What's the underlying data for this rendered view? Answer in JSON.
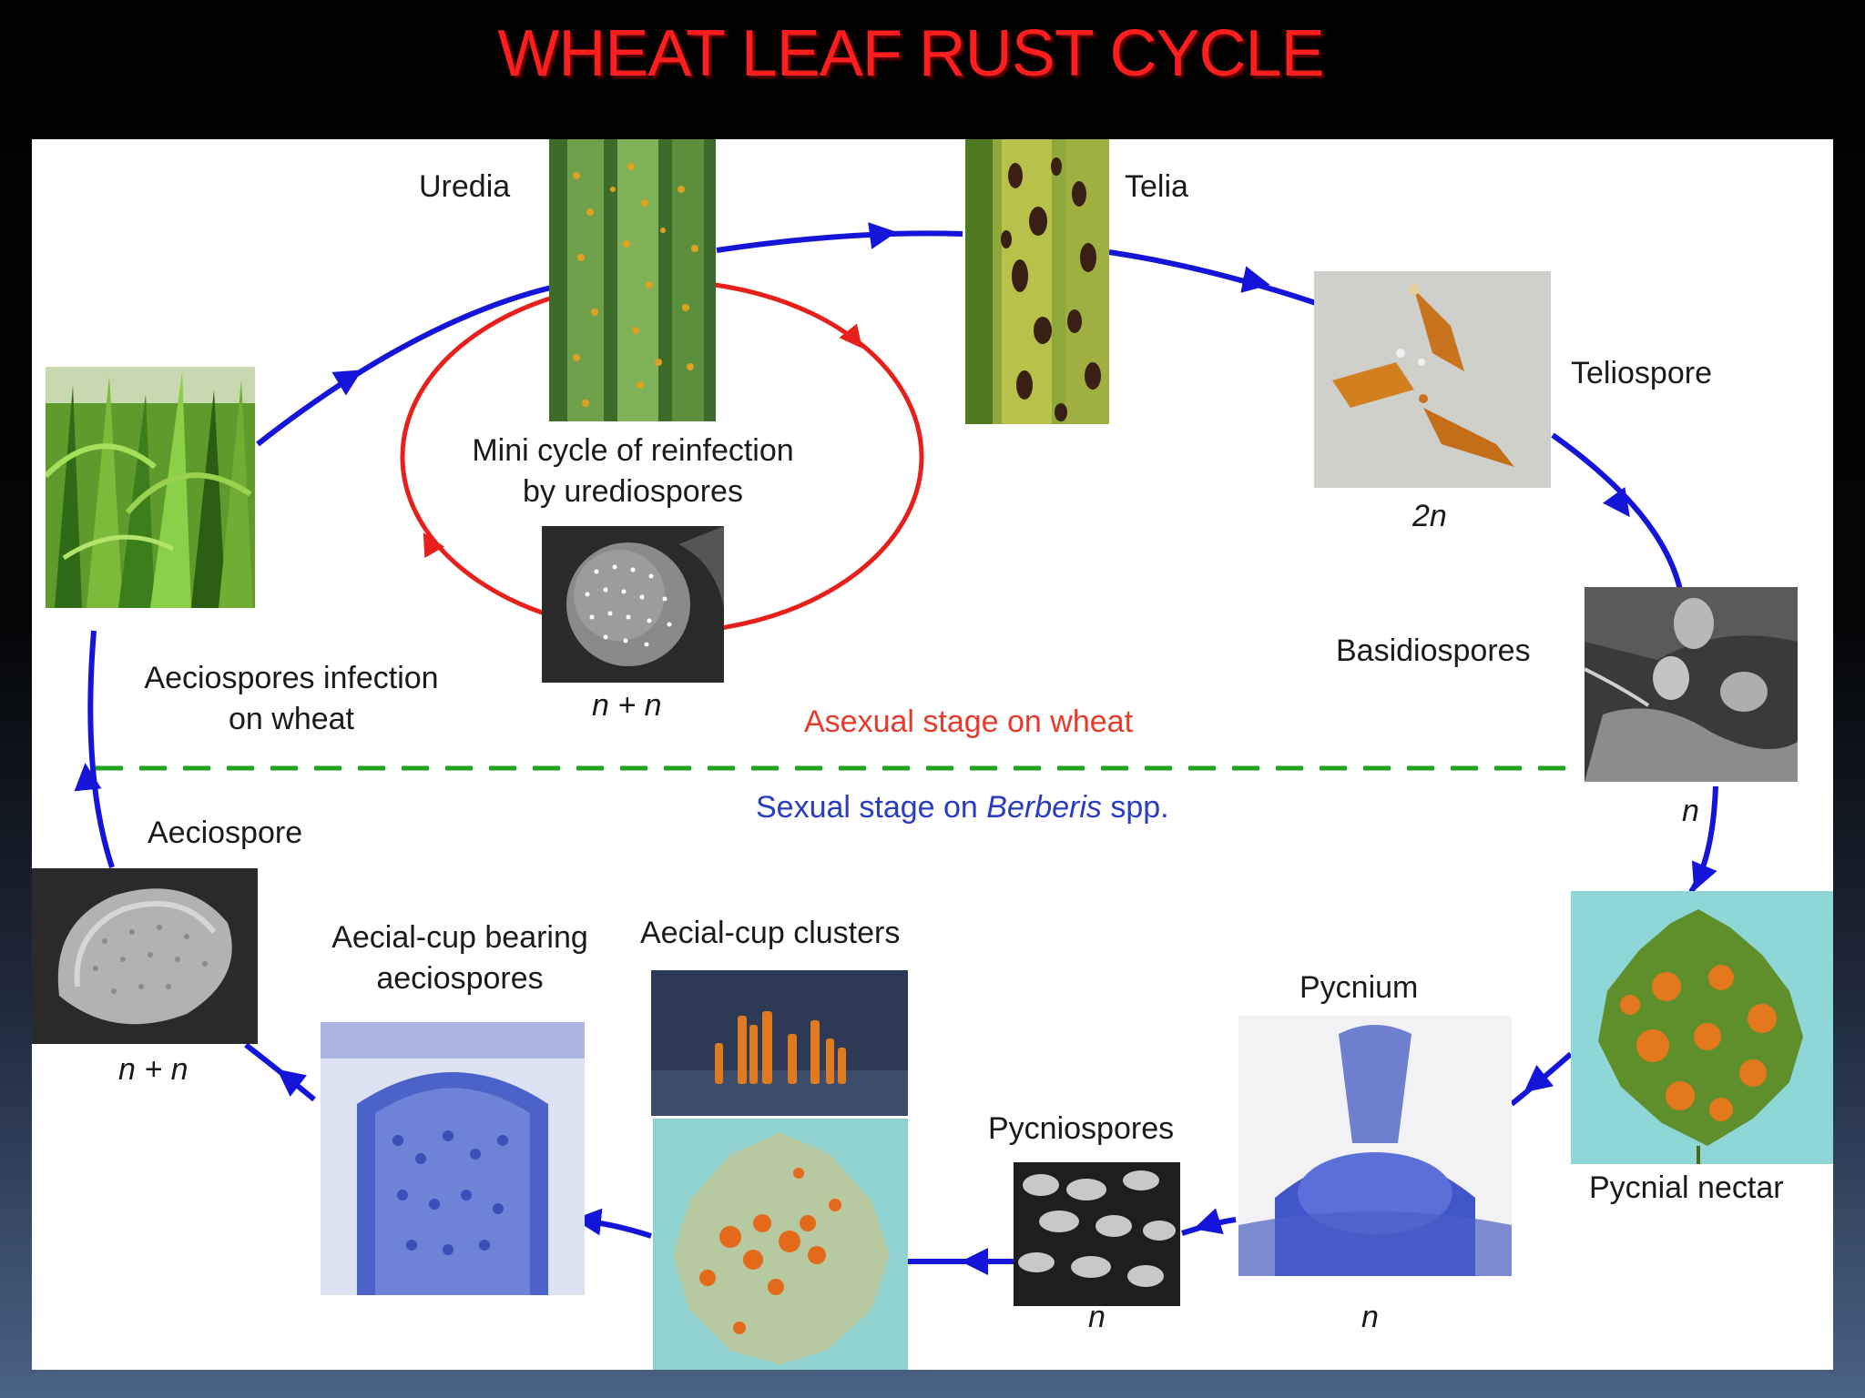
{
  "title": "WHEAT LEAF RUST CYCLE",
  "colors": {
    "title": "#ff1e1e",
    "cycle_arrow": "#1515d9",
    "mini_cycle_arrow": "#e8201c",
    "stage_divider": "#1fa31f",
    "asexual_text": "#e83a2a",
    "sexual_text": "#2a3cc0"
  },
  "labels": {
    "uredia": "Uredia",
    "telia": "Telia",
    "teliospore": "Teliospore",
    "teliospore_ploidy": "2n",
    "mini_cycle_line1": "Mini cycle of reinfection",
    "mini_cycle_line2": "by urediospores",
    "urediospore_ploidy": "n + n",
    "aeciospores_infection_line1": "Aeciospores infection",
    "aeciospores_infection_line2": "on  wheat",
    "basidiospores": "Basidiospores",
    "basidiospores_ploidy": "n",
    "aeciospore": "Aeciospore",
    "aeciospore_ploidy": "n + n",
    "aecial_cup_bearing_line1": "Aecial-cup bearing",
    "aecial_cup_bearing_line2": "aeciospores",
    "aecial_cup_clusters": "Aecial-cup clusters",
    "pycnium": "Pycnium",
    "pycnium_ploidy": "n",
    "pycniospores": "Pycniospores",
    "pycniospores_ploidy": "n",
    "pycnial_nectar": "Pycnial nectar"
  },
  "stages": {
    "asexual": "Asexual stage on wheat",
    "sexual_prefix": "Sexual stage on ",
    "sexual_genus": "Berberis",
    "sexual_suffix": " spp."
  }
}
